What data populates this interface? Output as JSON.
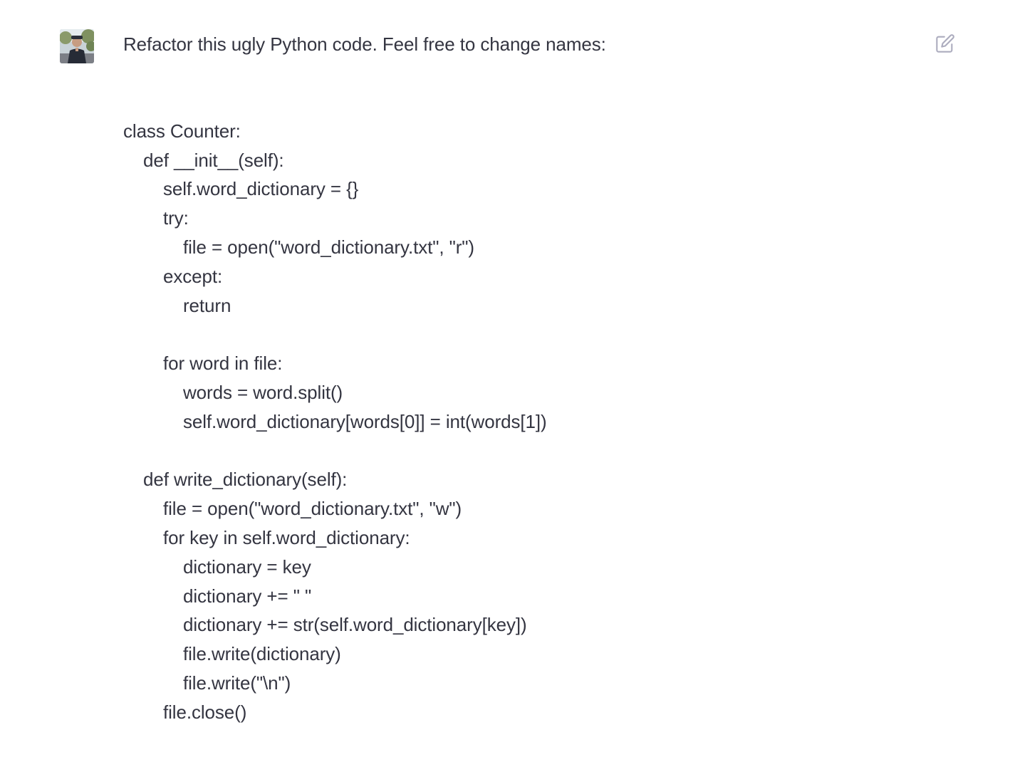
{
  "message": {
    "prompt": "Refactor this ugly Python code. Feel free to change names:",
    "code_lines": [
      {
        "indent": 0,
        "text": "class Counter:"
      },
      {
        "indent": 1,
        "text": "def __init__(self):"
      },
      {
        "indent": 2,
        "text": "self.word_dictionary = {}"
      },
      {
        "indent": 2,
        "text": "try:"
      },
      {
        "indent": 3,
        "text": "file = open(\"word_dictionary.txt\", \"r\")"
      },
      {
        "indent": 2,
        "text": "except:"
      },
      {
        "indent": 3,
        "text": "return"
      },
      {
        "indent": 0,
        "text": ""
      },
      {
        "indent": 2,
        "text": "for word in file:"
      },
      {
        "indent": 3,
        "text": "words = word.split()"
      },
      {
        "indent": 3,
        "text": "self.word_dictionary[words[0]] = int(words[1])"
      },
      {
        "indent": 0,
        "text": ""
      },
      {
        "indent": 1,
        "text": "def write_dictionary(self):"
      },
      {
        "indent": 2,
        "text": "file = open(\"word_dictionary.txt\", \"w\")"
      },
      {
        "indent": 2,
        "text": "for key in self.word_dictionary:"
      },
      {
        "indent": 3,
        "text": "dictionary = key"
      },
      {
        "indent": 3,
        "text": "dictionary += \" \""
      },
      {
        "indent": 3,
        "text": "dictionary += str(self.word_dictionary[key])"
      },
      {
        "indent": 3,
        "text": "file.write(dictionary)"
      },
      {
        "indent": 3,
        "text": "file.write(\"\\n\")"
      },
      {
        "indent": 2,
        "text": "file.close()"
      }
    ]
  },
  "icons": {
    "avatar": "user-avatar",
    "edit": "edit-icon"
  },
  "colors": {
    "text": "#343541",
    "icon": "#acacbe",
    "background": "#ffffff"
  }
}
